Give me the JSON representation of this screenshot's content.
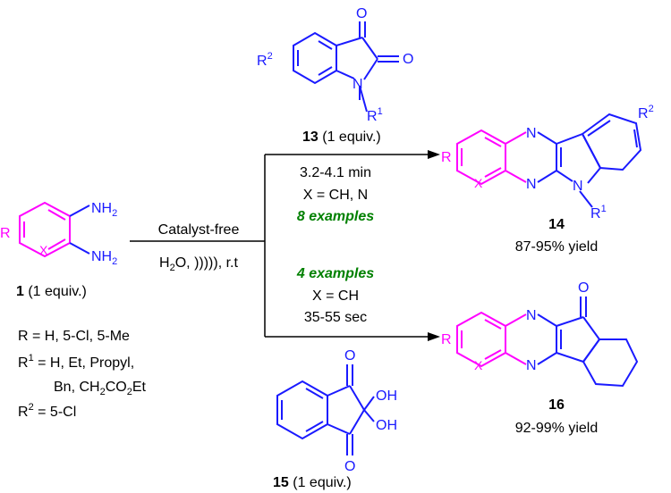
{
  "colors": {
    "blue": "#1a1aff",
    "magenta": "#ff00ff",
    "green": "#008000",
    "black": "#000000"
  },
  "reactant1": {
    "label_num": "1",
    "label_text": " (1 equiv.)",
    "r": "R",
    "x": "X",
    "nh2_top": "NH",
    "nh2_bottom": "NH",
    "sub2": "2"
  },
  "conditions_main": {
    "top": "Catalyst-free",
    "h2o_h": "H",
    "h2o_2": "2",
    "h2o_rest": "O, ))))), r.t"
  },
  "substituents": {
    "r_line": "R = H, 5-Cl, 5-Me",
    "r1_a": "R",
    "r1_sup": "1",
    "r1_rest": " = H, Et, Propyl,",
    "r1_cont_a": "Bn, CH",
    "r1_cont_2": "2",
    "r1_cont_b": "CO",
    "r1_cont_2b": "2",
    "r1_cont_c": "Et",
    "r2_a": "R",
    "r2_sup": "2",
    "r2_rest": " = 5-Cl"
  },
  "reagent13": {
    "label_num": "13",
    "label_text": " (1 equiv.)",
    "o": "O",
    "n": "N",
    "r": "R",
    "r_sup1": "1",
    "r_sup2": "2"
  },
  "upper_conditions": {
    "time": "3.2-4.1 min",
    "x": "X = CH, N",
    "examples": "8 examples"
  },
  "product14": {
    "label": "14",
    "yield": "87-95% yield",
    "n": "N",
    "x": "X",
    "r": "R",
    "sup1": "1",
    "sup2": "2"
  },
  "lower_conditions": {
    "examples": "4 examples",
    "x": "X = CH",
    "time": "35-55 sec"
  },
  "product16": {
    "label": "16",
    "yield": "92-99% yield",
    "n": "N",
    "x": "X",
    "r": "R",
    "o": "O"
  },
  "reagent15": {
    "label_num": "15",
    "label_text": " (1 equiv.)",
    "o": "O",
    "oh": "OH"
  }
}
